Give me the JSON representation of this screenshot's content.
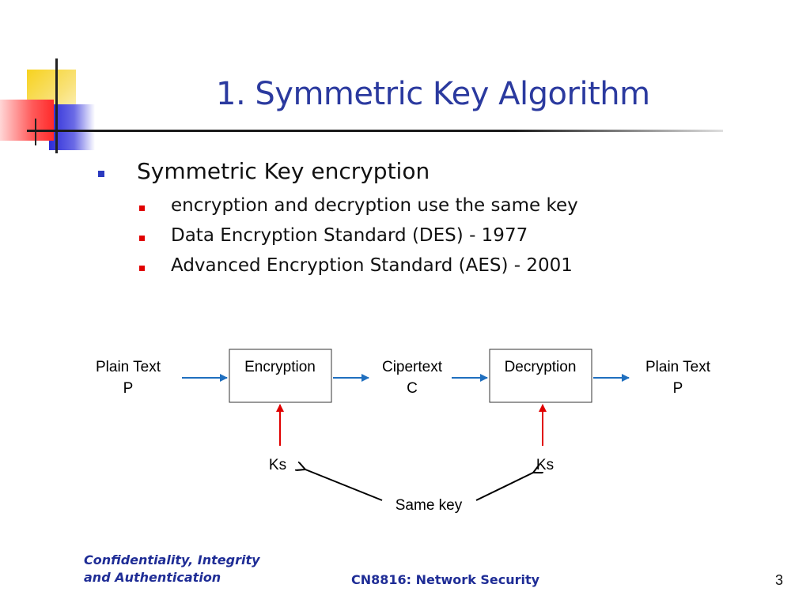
{
  "slide": {
    "title": "1. Symmetric Key Algorithm",
    "bullet_main": "Symmetric Key encryption",
    "sub_bullets": [
      "encryption and decryption use the same key",
      "Data Encryption Standard (DES) - 1977",
      "Advanced Encryption Standard (AES) - 2001"
    ]
  },
  "diagram": {
    "plain_left_1": "Plain Text",
    "plain_left_2": "P",
    "encryption": "Encryption",
    "cipher_1": "Cipertext",
    "cipher_2": "C",
    "decryption": "Decryption",
    "plain_right_1": "Plain Text",
    "plain_right_2": "P",
    "key_left": "Ks",
    "key_right": "Ks",
    "same_key": "Same key",
    "colors": {
      "flow_arrow": "#1f6fbf",
      "key_arrow": "#e00000"
    }
  },
  "footer": {
    "left_line1": "Confidentiality, Integrity",
    "left_line2": "and Authentication",
    "center": "CN8816: Network Security",
    "page_number": "3"
  }
}
